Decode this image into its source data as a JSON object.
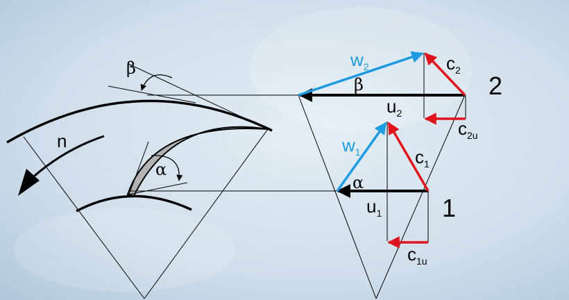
{
  "diagram": {
    "labels": {
      "n": "n",
      "beta": "β",
      "alpha": "α",
      "outlet_number": "2",
      "inlet_number": "1"
    },
    "vectors": {
      "w2": {
        "symbol": "w",
        "sub": "2"
      },
      "c2": {
        "symbol": "c",
        "sub": "2"
      },
      "u2": {
        "symbol": "u",
        "sub": "2"
      },
      "c2u": {
        "symbol": "c",
        "sub": "2u"
      },
      "w1": {
        "symbol": "w",
        "sub": "1"
      },
      "c1": {
        "symbol": "c",
        "sub": "1"
      },
      "u1": {
        "symbol": "u",
        "sub": "1"
      },
      "c1u": {
        "symbol": "c",
        "sub": "1u"
      },
      "beta_triangle": "β",
      "alpha_triangle": "α"
    },
    "colors": {
      "w_vector": "#1e9be0",
      "c_vector": "#e0141e",
      "u_vector": "#000000",
      "blade_fill": "#b3b3b3",
      "background": "#cfdeea"
    }
  }
}
